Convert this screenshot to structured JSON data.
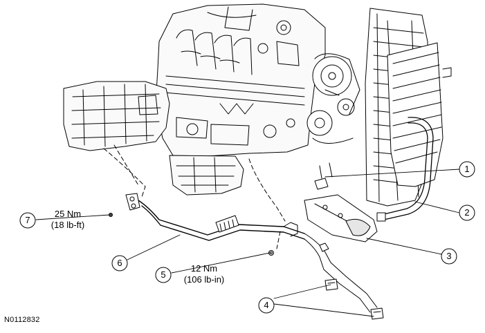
{
  "figure_id": "N0112832",
  "callouts": [
    {
      "num": "1"
    },
    {
      "num": "2"
    },
    {
      "num": "3"
    },
    {
      "num": "4"
    },
    {
      "num": "5",
      "torque_line1": "12 Nm",
      "torque_line2": "(106 lb-in)"
    },
    {
      "num": "6"
    },
    {
      "num": "7",
      "torque_line1": "25 Nm",
      "torque_line2": "(18 lb-ft)"
    }
  ]
}
